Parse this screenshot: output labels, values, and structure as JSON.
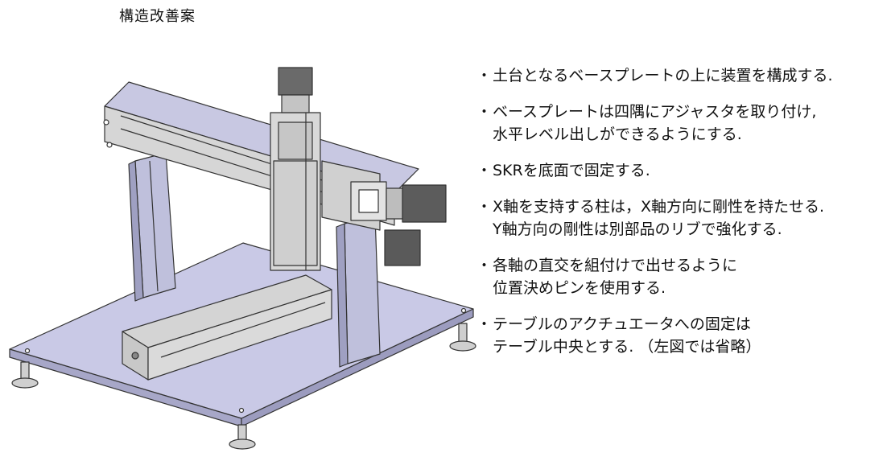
{
  "title": "構造改善案",
  "notes": [
    {
      "lines": [
        "土台となるベースプレートの上に装置を構成する."
      ]
    },
    {
      "lines": [
        "ベースプレートは四隅にアジャスタを取り付け,",
        "水平レベル出しができるようにする."
      ]
    },
    {
      "lines": [
        "SKRを底面で固定する."
      ]
    },
    {
      "lines": [
        "X軸を支持する柱は，X軸方向に剛性を持たせる.",
        "Y軸方向の剛性は別部品のリブで強化する."
      ]
    },
    {
      "lines": [
        "各軸の直交を組付けで出せるように",
        "位置決めピンを使用する."
      ]
    },
    {
      "lines": [
        "テーブルのアクチュエータへの固定は",
        "テーブル中央とする. （左図では省略）"
      ]
    }
  ],
  "colors": {
    "plate": "#c9c9e6",
    "plate_edge": "#3a3a55",
    "frame": "#bfc0dc",
    "metal": "#d2d2d2",
    "motor": "#555555"
  }
}
